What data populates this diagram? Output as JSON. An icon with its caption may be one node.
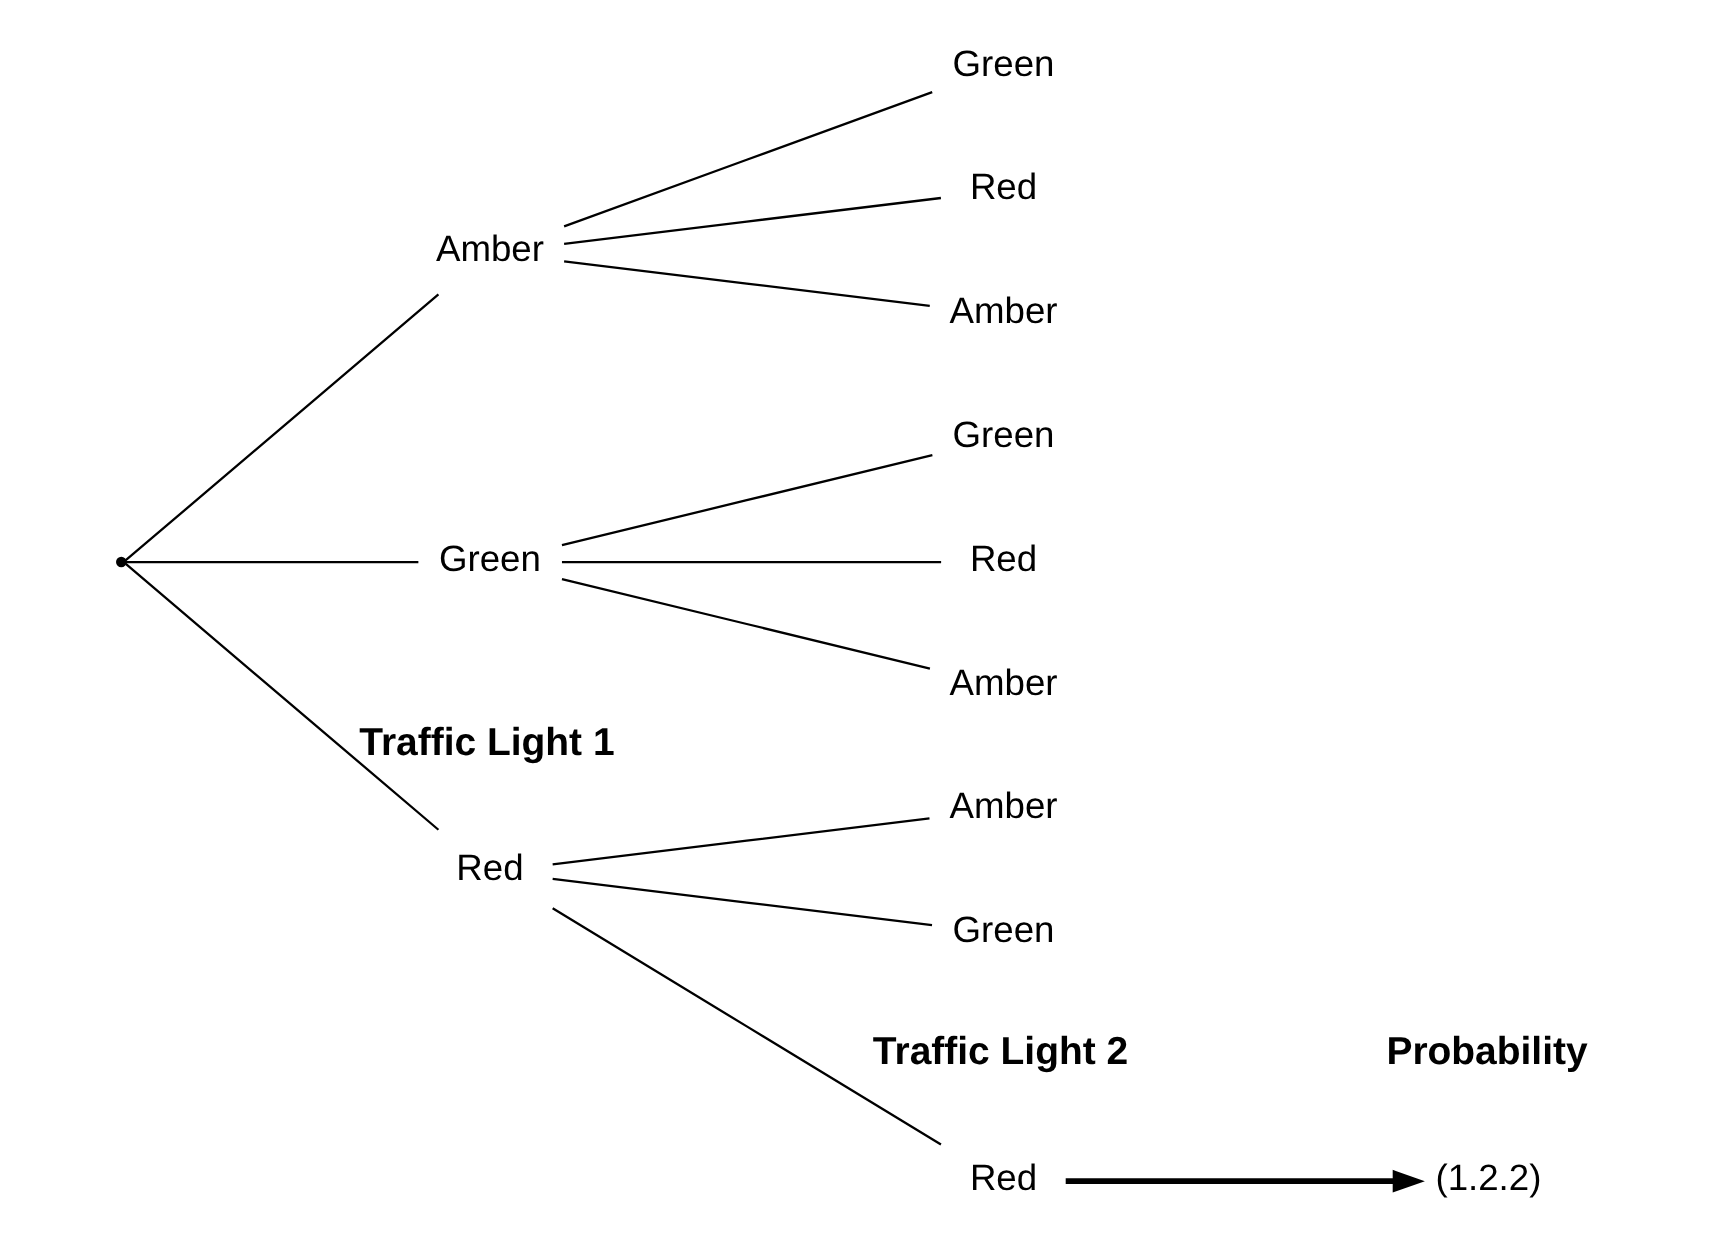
{
  "diagram": {
    "nodes": [
      {
        "text": [],
        "shape": "point"
      },
      {
        "text": [
          "Red"
        ]
      },
      {
        "text": [
          "Red"
        ]
      },
      {
        "text": [
          "Amber"
        ]
      },
      {
        "text": [
          "Green"
        ]
      },
      {
        "text": [
          "(1.2.2)"
        ]
      },
      {
        "text": [
          "Amber"
        ]
      },
      {
        "text": [
          "Red"
        ]
      },
      {
        "text": [
          "Amber"
        ]
      },
      {
        "text": [
          "Green"
        ]
      },
      {
        "text": [
          "Green"
        ]
      },
      {
        "text": [
          "Red"
        ]
      },
      {
        "text": [
          "Amber"
        ]
      },
      {
        "text": [
          "Green"
        ]
      }
    ],
    "edges": [
      {
        "from": 0,
        "to": 1,
        "arrow": "none"
      },
      {
        "from": 0,
        "to": 6,
        "arrow": "none"
      },
      {
        "from": 0,
        "to": 10,
        "arrow": "none"
      },
      {
        "from": 1,
        "to": 2,
        "arrow": "none"
      },
      {
        "from": 1,
        "to": 3,
        "arrow": "none"
      },
      {
        "from": 1,
        "to": 4,
        "arrow": "none"
      },
      {
        "from": 2,
        "to": 5,
        "arrow": "to",
        "style": "thick"
      },
      {
        "from": 6,
        "to": 7,
        "arrow": "none"
      },
      {
        "from": 6,
        "to": 8,
        "arrow": "none"
      },
      {
        "from": 6,
        "to": 9,
        "arrow": "none"
      },
      {
        "from": 10,
        "to": 11,
        "arrow": "none"
      },
      {
        "from": 10,
        "to": 12,
        "arrow": "none"
      },
      {
        "from": 10,
        "to": 13,
        "arrow": "none"
      }
    ],
    "labels": [
      "Traffic Light 1",
      "Traffic Light 2",
      "Probability"
    ]
  }
}
